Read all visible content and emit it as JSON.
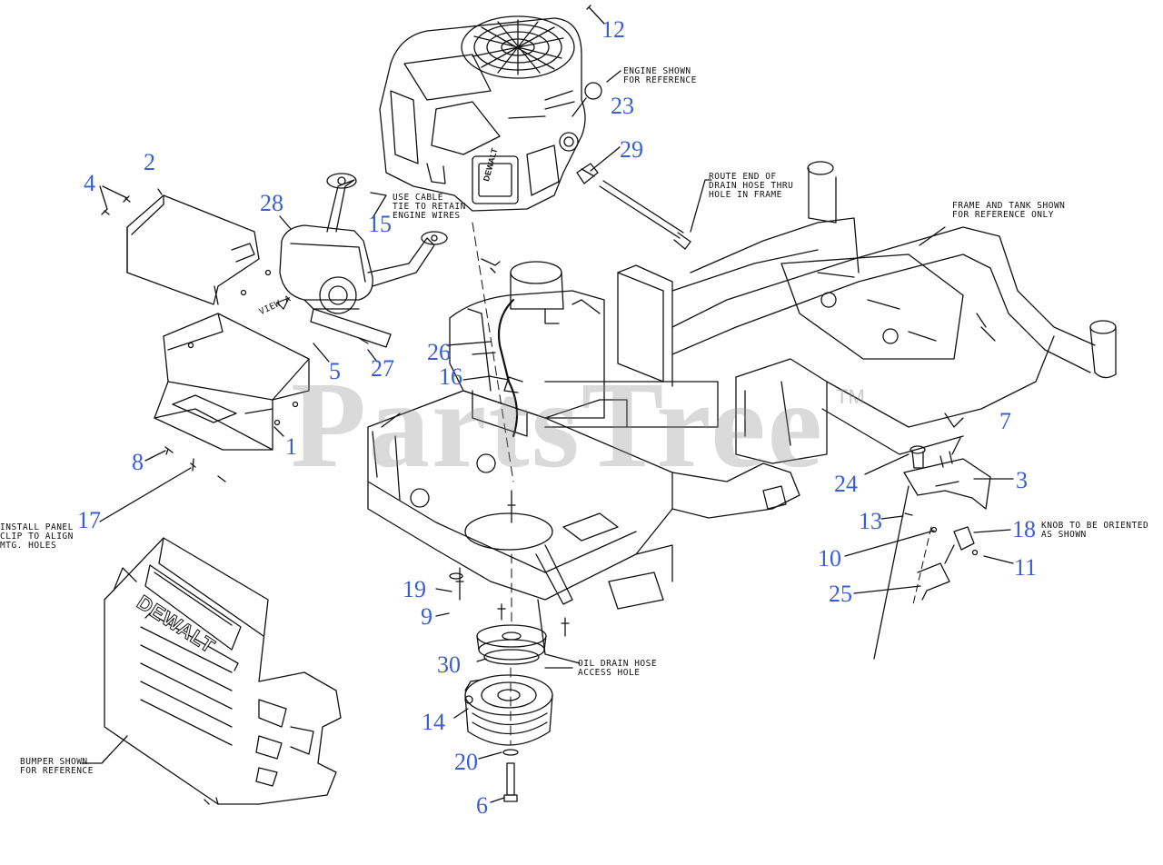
{
  "colors": {
    "callout": "#3a5fcd",
    "line": "#111111",
    "watermark": "#8c8c8c"
  },
  "watermark": {
    "text": "PartsTree",
    "mark": "TM"
  },
  "brand_plate": "DEWALT",
  "engine_decal": "DEWALT",
  "callouts": [
    "12",
    "23",
    "29",
    "28",
    "2",
    "4",
    "15",
    "5",
    "27",
    "26",
    "16",
    "1",
    "8",
    "17",
    "7",
    "3",
    "24",
    "13",
    "18",
    "10",
    "11",
    "25",
    "19",
    "9",
    "30",
    "14",
    "20",
    "6"
  ],
  "notes": {
    "engine": "ENGINE SHOWN\nFOR REFERENCE",
    "cable_tie": "USE CABLE\nTIE TO RETAIN\nENGINE WIRES",
    "drain_route": "ROUTE END OF\nDRAIN HOSE THRU\nHOLE IN FRAME",
    "frame_tank": "FRAME AND TANK SHOWN\nFOR REFERENCE ONLY",
    "view_a": "VIEW A",
    "knob": "KNOB TO BE ORIENTED\nAS SHOWN",
    "panel_clip": "INSTALL PANEL\nCLIP TO ALIGN\nMTG. HOLES",
    "oil_drain": "OIL DRAIN HOSE\nACCESS HOLE",
    "bumper": "BUMPER SHOWN\nFOR REFERENCE"
  }
}
